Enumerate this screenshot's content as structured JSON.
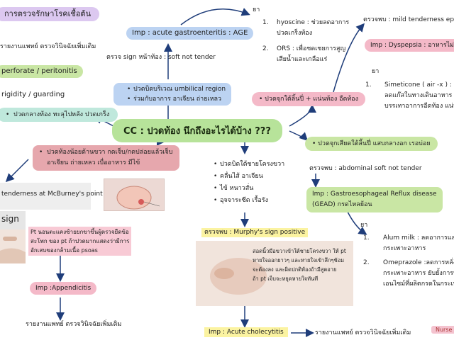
{
  "title_tl": "การตรวจรักษาโรคเชื้อต้น",
  "left_panel": {
    "report_top": "รายงานแพทย์ ตรวจวินิจฉัยเพิ่มเติม",
    "perforate": "perforate / peritonitis",
    "rigidity": "rigidity / guarding",
    "mid_pain": "ปวดกลางท้อง ทะลุไปหลัง ปวดเกร็ง"
  },
  "center": {
    "main": "CC : ปวดท้อง นึกถึงอะไรได้บ้าง ???"
  },
  "gastro": {
    "imp": "Imp : acute gastroenteritis : AGE",
    "sign": "ตรวจ sign หน้าท้อง : soft not tender",
    "bullet1": "ปวดบิดบริเวณ umbilical region",
    "bullet2": "ร่วมกับอาการ อาเจียน ถ่ายเหลว",
    "drug_label": "ยา",
    "drug1_num": "1.",
    "drug1_a": "hyoscine : ช่วยลดอาการ",
    "drug1_b": "ปวดเกร็งท้อง",
    "drug2_num": "2.",
    "drug2_a": "ORS : เพื่อชดเชยการสูญ",
    "drug2_b": "เสียน้ำและเกลือแร่"
  },
  "dyspepsia": {
    "pain": "ปวดจุกใต้ลิ้นปี่ + แน่นท้อง อืดท้อง",
    "exam": "ตรวจพบ : mild tenderness epig",
    "imp": "Imp : Dyspepsia : อาหารไม่ย่อ",
    "drug_label": "ยา",
    "drug1_num": "1.",
    "drug1_a": "Simeticone ( air -x ) :",
    "drug1_b": "ลดแก๊สในทางเดินอาหาร",
    "drug1_c": "บรรเทาอาการอืดท้อง แน่น"
  },
  "gerd": {
    "pain": "ปวดจุกเสียดใต้ลิ้นปี่ แสบกลางอก เรอบ่อย",
    "exam": "ตรวจพบ : abdominal soft not tender",
    "imp_a": "Imp : Gastroesophageal Reflux disease",
    "imp_b": "(GEAD) กรดไหลย้อน",
    "drug_label": "ยา",
    "drug1_num": "1.",
    "drug1_a": "Alum milk : ลดอาการแสบร้อ",
    "drug1_b": "กระเพาะอาหาร",
    "drug2_num": "2.",
    "drug2_a": "Omeprazole :ลดการหลั่งกรดใ",
    "drug2_b": "กระเพาะอาหาร ยับยั้งการทำงา",
    "drug2_c": "เอนไซม์ที่ผลิตกรดในกระเพาะอา"
  },
  "appendicitis": {
    "pain_a": "ปวดท้องน้อยด้านขวา กดเจ็บ/กดปล่อยแล้วเจ็บ",
    "pain_b": "อาเจียน ถ่ายเหลว เบื่ออาหาร มีไข้",
    "mcburney": "tenderness at McBurney's point",
    "sign_word": "sign",
    "psoas_a": "Pt นอนตะแคงซ้ายยกขาขึ้นผู้ตรวจยืดข้อ",
    "psoas_b": "สะโพก ของ pt ถ้าปวดมากแสดงว่ามีการ",
    "psoas_c": "อักเสบของกล้ามเนื้อ psoas",
    "imp": "Imp :Appendicitis",
    "report": "รายงานแพทย์ ตรวจวินิจฉัยเพิ่มเติม"
  },
  "cholecystitis": {
    "b1": "ปวดบิดใต้ชายโครงขวา",
    "b2": "คลื่นไส้ อาเจียน",
    "b3": "ไข้ หนาวสั่น",
    "b4": "อุจจาระซีด เรื้อรัง",
    "exam": "ตรวจพบ : Murphy's sign positive",
    "desc_a": "สอดนิ้วมือขวาเข้าใต้ชายโครงขวา ให้ pt",
    "desc_b": "หายใจออกยาวๆ และหายใจเข้าลึกๆช้อม",
    "desc_c": "จะต้องลง และผิดปกติท้องถ้ามีสูตอาย",
    "desc_d": "ถ้า pt เจ็บจะหยุดหายใจทันที",
    "imp": "Imp : Acute cholecytitis",
    "report": "รายงานแพทย์ ตรวจวินิจฉัยเพิ่มเติม"
  },
  "footer": {
    "tag": "Nurse"
  },
  "colors": {
    "arrow": "#1f3d7a",
    "main_box": "#b7e39a",
    "blue_box": "#bcd3f2",
    "pink_box": "#f4b9c8"
  }
}
